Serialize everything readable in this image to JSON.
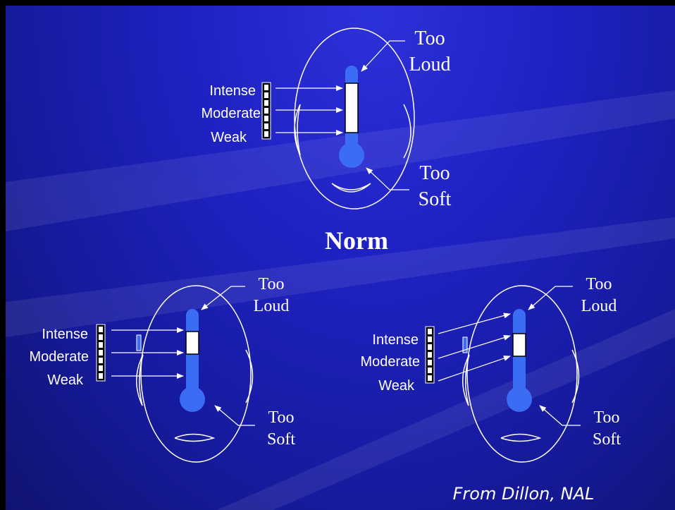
{
  "colors": {
    "background": "#1e22c0",
    "thermometer": "#3a6cf4",
    "outline": "#ffffff"
  },
  "top_diagram": {
    "too_loud": [
      "Too",
      "Loud"
    ],
    "too_soft": [
      "Too",
      "Soft"
    ],
    "scale_labels": [
      "Intense",
      "Moderate",
      "Weak"
    ]
  },
  "title": "Norm",
  "left_diagram": {
    "too_loud": [
      "Too",
      "Loud"
    ],
    "too_soft": [
      "Too",
      "Soft"
    ],
    "scale_labels": [
      "Intense",
      "Moderate",
      "Weak"
    ]
  },
  "right_diagram": {
    "too_loud": [
      "Too",
      "Loud"
    ],
    "too_soft": [
      "Too",
      "Soft"
    ],
    "scale_labels": [
      "Intense",
      "Moderate",
      "Weak"
    ]
  },
  "credit": "From Dillon, NAL"
}
